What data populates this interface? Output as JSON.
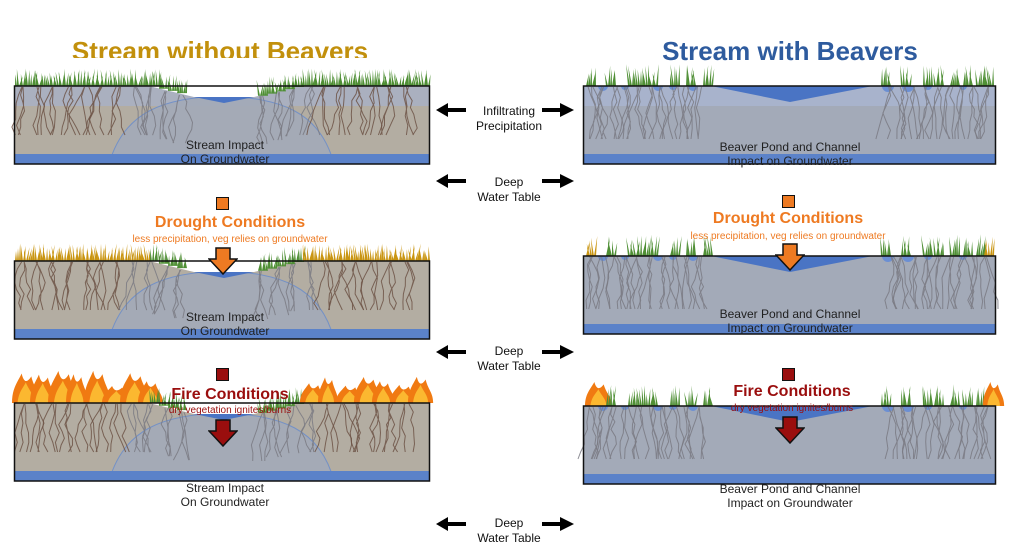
{
  "titles": {
    "left": "Stream without Beavers",
    "right": "Stream with Beavers"
  },
  "colors": {
    "left_title": "#c2900c",
    "right_title": "#2e5b9e",
    "drought": "#ee7a22",
    "fire": "#9a0e0e",
    "water": "#4a74c4",
    "deep_water": "#5b82c9",
    "soil": "#b3ada2",
    "groundwater": "#a3aab8",
    "grass": "#4f8f35",
    "dry_grass": "#c99512",
    "root": "#6d5446"
  },
  "labels": {
    "infiltrating_line1": "Infiltrating",
    "infiltrating_line2": "Precipitation",
    "deep_line1": "Deep",
    "deep_line2": "Water Table"
  },
  "panels": {
    "left_label_line1": "Stream Impact",
    "left_label_line2": "On Groundwater",
    "right_label_line1": "Beaver Pond and Channel",
    "right_label_line2": "Impact on Groundwater"
  },
  "conditions": {
    "drought": {
      "title": "Drought Conditions",
      "subtitle": "less precipitation, veg relies on groundwater"
    },
    "fire": {
      "title": "Fire Conditions",
      "subtitle": "dry vegetation ignites/burns"
    }
  },
  "rows": [
    {
      "name": "normal",
      "state": "normal"
    },
    {
      "name": "drought",
      "state": "drought"
    },
    {
      "name": "fire",
      "state": "fire"
    }
  ]
}
